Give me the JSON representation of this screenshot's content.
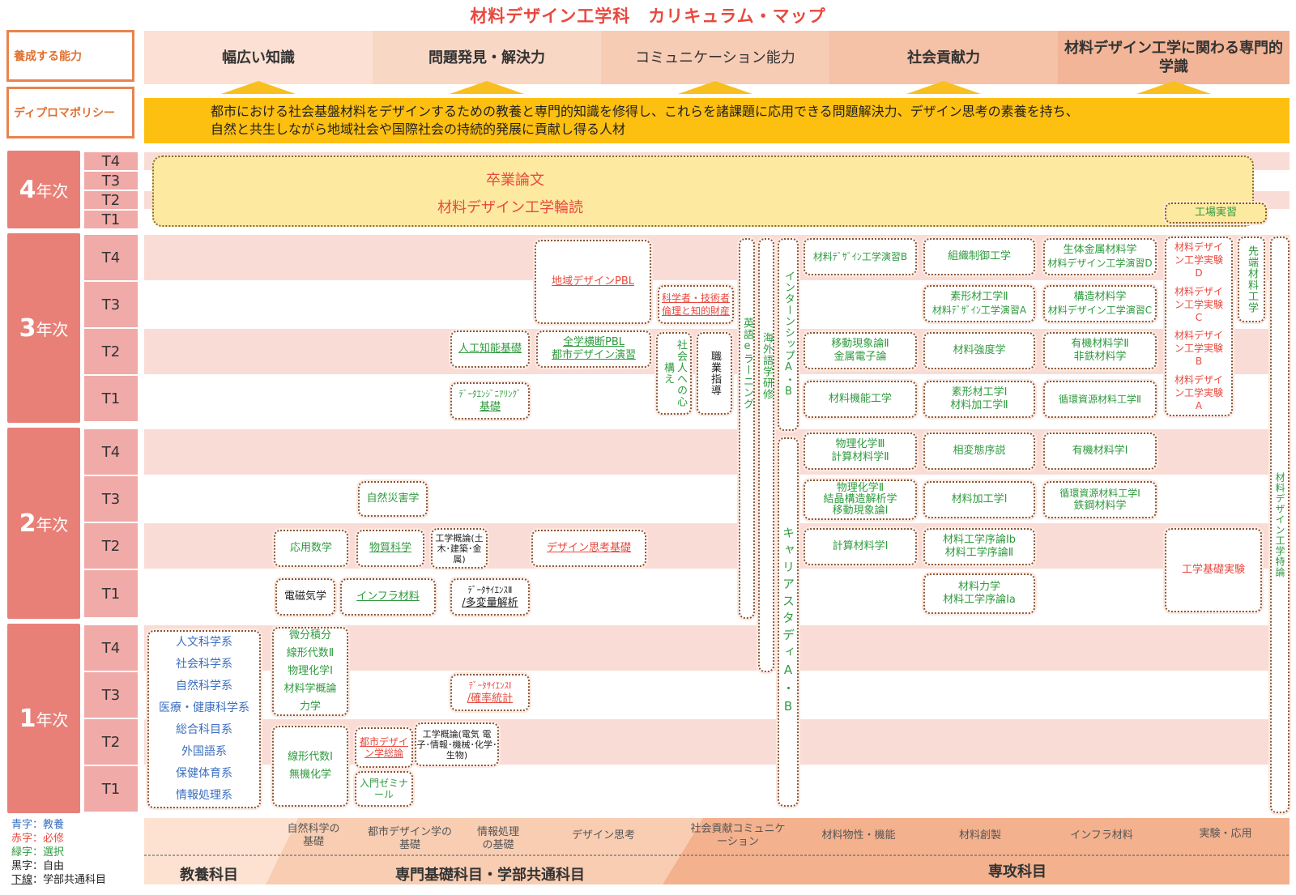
{
  "title": "材料デザイン工学科　カリキュラム・マップ",
  "labels": {
    "ability": "養成する能力",
    "policy": "ディプロマポリシー"
  },
  "abilities": [
    "幅広い知識",
    "問題発見・解決力",
    "コミュニケーション能力",
    "社会貢献力",
    "材料デザイン工学に関わる専門的学識"
  ],
  "policy_text": [
    "都市における社会基盤材料をデザインするための教養と専門的知識を修得し、これらを諸課題に応用できる問題解決力、デザイン思考の素養を持ち、",
    "自然と共生しながら地域社会や国際社会の持続的発展に貢献し得る人材"
  ],
  "years": {
    "y4": "4",
    "y3": "3",
    "y2": "2",
    "y1": "1",
    "suffix": "年次"
  },
  "terms": [
    "T4",
    "T3",
    "T2",
    "T1"
  ],
  "y4": {
    "thesis": "卒業論文",
    "reading": "材料デザイン工学輪読",
    "factory": "工場実習"
  },
  "c": {
    "pbl_region": "地域デザインPBL",
    "ethics": "科学者・技術者倫理と知的財産",
    "ai": "人工知能基礎",
    "pbl_all": "全学横断PBL",
    "urban_prac": "都市デザイン演習",
    "kokoro": "社会人への心構え",
    "shokugyo": "職業指導",
    "elearn": "英語eラーニング",
    "kaigai": "海外語学研修",
    "intern": "インターンシップA・B",
    "career": "キャリアスタディA・B",
    "de_a": "ﾃﾞｰﾀｴﾝｼﾞﾆｱﾘﾝｸﾞ",
    "de_b": "基礎",
    "ds2a": "ﾃﾞｰﾀｻｲｴﾝｽⅡ",
    "ds2b": "/多変量解析",
    "ds1a": "ﾃﾞｰﾀｻｲｴﾝｽⅠ",
    "ds1b": "/確率統計",
    "disaster": "自然災害学",
    "applmath": "応用数学",
    "matsci": "物質科学",
    "engov2": "工学概論(土木･建築･金属)",
    "design_basic": "デザイン思考基礎",
    "elec": "電磁気学",
    "infra": "インフラ材料",
    "calc": "微分積分",
    "la2": "線形代数Ⅱ",
    "pchem1": "物理化学Ⅰ",
    "matintro": "材料学概論",
    "mech": "力学",
    "la1": "線形代数Ⅰ",
    "inorg": "無機化学",
    "urban_intro": "都市デザイン学総論",
    "seminar": "入門ゼミナール",
    "engov1": "工学概論(電気 電子･情報･機械･化学･生物)",
    "gen": [
      "人文科学系",
      "社会科学系",
      "自然科学系",
      "医療・健康科学系",
      "総合科目系",
      "外国語系",
      "保健体育系",
      "情報処理系"
    ],
    "mde_b": "材料ﾃﾞｻﾞｲﾝ工学演習B",
    "texture": "組織制御工学",
    "bio1": "生体金属材料学",
    "mde_d": "材料デザイン工学演習D",
    "shape2": "素形材工学Ⅱ",
    "mde_a": "材料ﾃﾞｻﾞｲﾝ工学演習A",
    "struct": "構造材料学",
    "mde_c": "材料デザイン工学演習C",
    "exp_d": "材料デザイン工学実験D",
    "exp_c": "材料デザイン工学実験C",
    "exp_b": "材料デザイン工学実験B",
    "exp_a": "材料デザイン工学実験A",
    "adv": "先端材料工学",
    "special": "材料デザイン工学特論",
    "trans2": "移動現象論Ⅱ",
    "metal_e": "金属電子論",
    "strength": "材料強度学",
    "org2": "有機材料学Ⅱ",
    "nonfer": "非鉄材料学",
    "func": "材料機能工学",
    "shape1": "素形材工学Ⅰ",
    "proc": "材料加工学Ⅱ",
    "recyc2": "循環資源材料工学Ⅱ",
    "pchem3": "物理化学Ⅲ",
    "compmat2": "計算材料学Ⅱ",
    "phase": "相変態序説",
    "org1": "有機材料学Ⅰ",
    "pchem2": "物理化学Ⅱ",
    "cryst": "結晶構造解析学",
    "trans1": "移動現象論Ⅰ",
    "proc1": "材料加工学Ⅰ",
    "recyc1": "循環資源材料工学Ⅰ",
    "steel": "鉄鋼材料学",
    "compmat1": "計算材料学Ⅰ",
    "intro_b": "材料工学序論Ⅰb",
    "intro2": "材料工学序論Ⅱ",
    "engexp": "工学基礎実験",
    "matmech": "材料力学",
    "intro_a": "材料工学序論Ⅰa"
  },
  "legend": {
    "blue": "青字：教養",
    "red": "赤字：必修",
    "green": "緑字：選択",
    "black": "黒字：自由",
    "ul1": "下線",
    "ul2": "：学部共通科目"
  },
  "bottom": {
    "cats": [
      "自然科学の基礎",
      "都市デザイン学の基礎",
      "情報処理の基礎",
      "デザイン思考",
      "社会貢献コミュニケーション",
      "材料物性・機能",
      "材料創製",
      "インフラ材料",
      "実験・応用"
    ],
    "big": [
      "教養科目",
      "専門基礎科目・学部共通科目",
      "専攻科目"
    ]
  },
  "colors": {
    "title": "#e8493e",
    "year": "#e88078",
    "term": "#f0aaa8",
    "band": "#fadcd7",
    "policy": "#fdbf10",
    "green": "#2f9a3e",
    "red": "#e8493e",
    "blue": "#3c6fbf"
  }
}
